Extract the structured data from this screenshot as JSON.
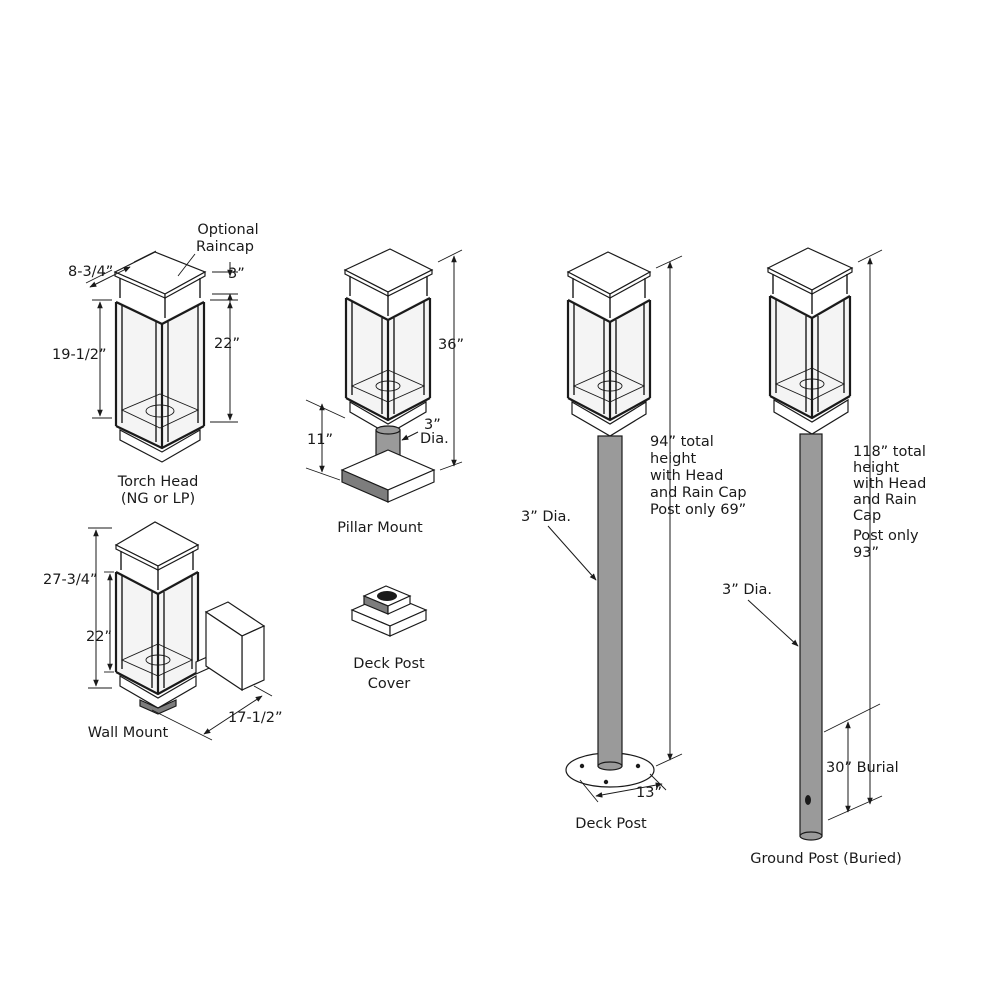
{
  "labels": {
    "optional_raincap_line1": "Optional",
    "optional_raincap_line2": "Raincap",
    "torch_width": "8-3/4”",
    "torch_cap_height": "3”",
    "torch_body_height": "22”",
    "torch_overall_height": "19-1/2”",
    "torch_head_line1": "Torch Head",
    "torch_head_line2": "(NG or LP)",
    "pillar_total_height": "36”",
    "pillar_post_height": "11”",
    "pillar_diameter_line1": "3”",
    "pillar_diameter_line2": "Dia.",
    "pillar_mount": "Pillar Mount",
    "deck_cover_line1": "Deck Post",
    "deck_cover_line2": "Cover",
    "wall_total_height": "27-3/4”",
    "wall_body_height": "22”",
    "wall_depth": "17-1/2”",
    "wall_mount": "Wall Mount",
    "deck_diameter": "3” Dia.",
    "deck_total_line1": "94” total",
    "deck_total_line2": "height",
    "deck_total_line3": "with Head",
    "deck_total_line4": "and Rain Cap",
    "deck_total_line5": "Post only  69”",
    "deck_plate": "13”",
    "deck_post": "Deck Post",
    "ground_total_line1": "118” total",
    "ground_total_line2": "height",
    "ground_total_line3": "with Head",
    "ground_total_line4": "and Rain",
    "ground_total_line5": "Cap",
    "ground_total_line6": "Post only",
    "ground_total_line7": "93”",
    "ground_diameter": "3” Dia.",
    "ground_burial": "30” Burial",
    "ground_post": "Ground Post (Buried)"
  },
  "colors": {
    "line": "#1a1a1a",
    "post_fill": "#9a9a9a",
    "base_dark": "#7d7d7d",
    "glass": "#f4f4f4"
  }
}
